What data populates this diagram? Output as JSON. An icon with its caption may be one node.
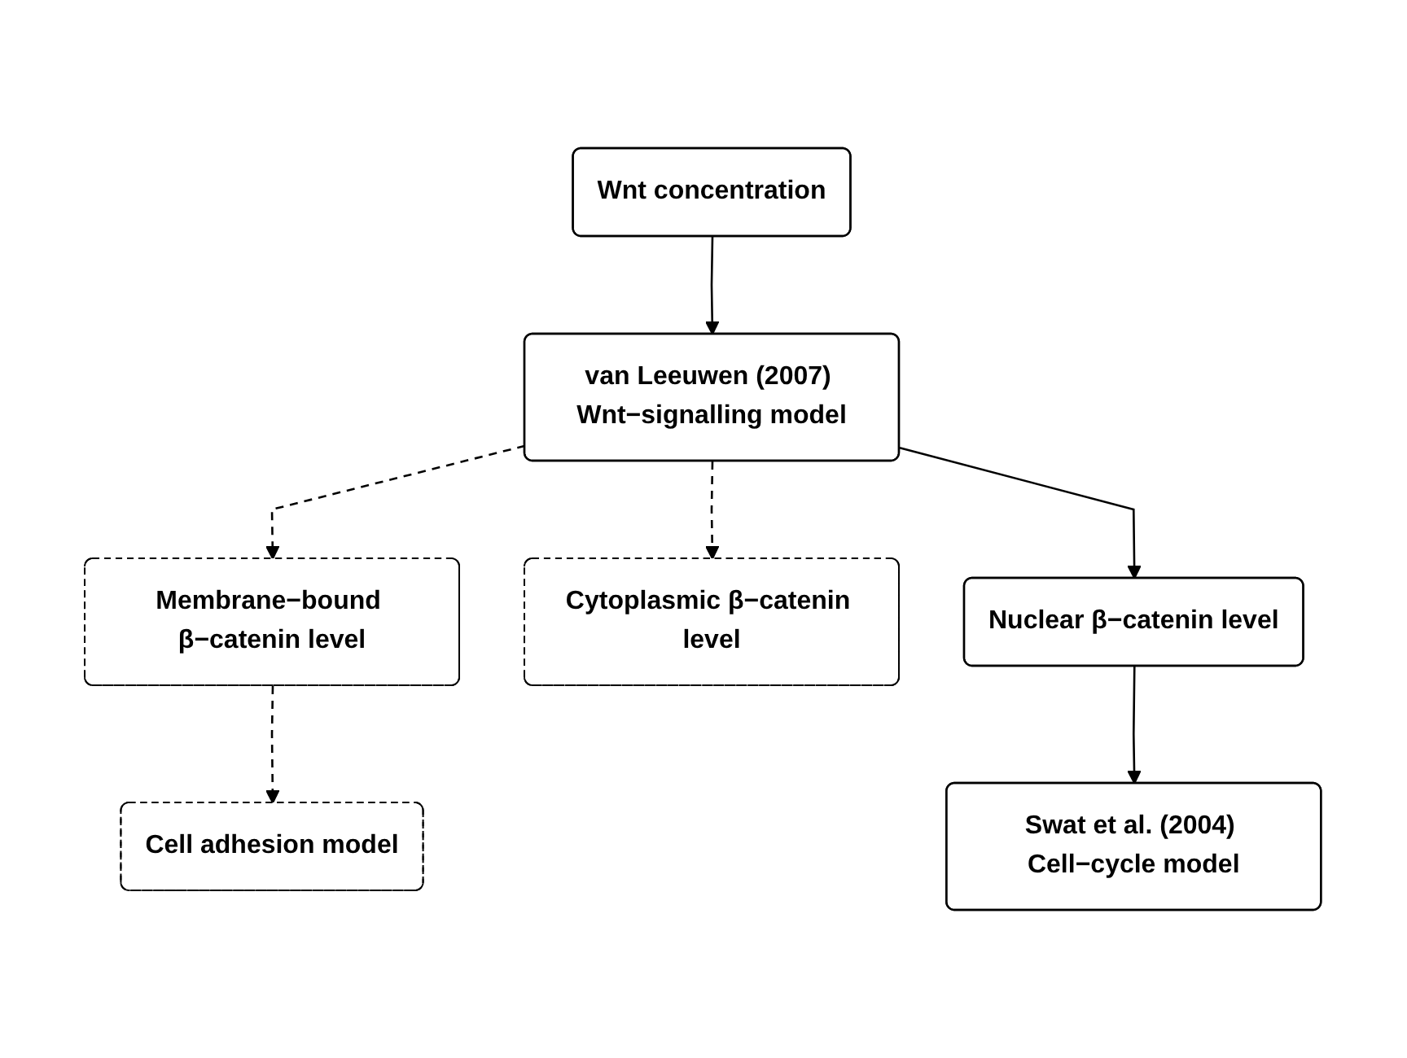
{
  "diagram": {
    "nodes": [
      {
        "text": [
          "Wnt concentration"
        ]
      },
      {
        "text": [
          "van Leeuwen (2007) Wnt−signalling model"
        ]
      },
      {
        "text": [
          "Membrane−bound β−catenin level"
        ]
      },
      {
        "text": [
          "Cytoplasmic β−catenin level"
        ]
      },
      {
        "text": [
          "Nuclear β−catenin level"
        ]
      },
      {
        "text": [
          "Cell adhesion model"
        ]
      },
      {
        "text": [
          "Swat et al. (2004) Cell−cycle model"
        ]
      }
    ],
    "edges": [
      {
        "from": 0,
        "to": 1,
        "arrow": "to"
      },
      {
        "from": 1,
        "to": 2,
        "arrow": "to",
        "style": "dashed"
      },
      {
        "from": 1,
        "to": 4,
        "arrow": "to"
      },
      {
        "from": 1,
        "to": 3,
        "arrow": "to",
        "style": "dashed"
      },
      {
        "from": 2,
        "to": 5,
        "arrow": "to",
        "style": "dashed"
      },
      {
        "from": 4,
        "to": 6,
        "arrow": "to"
      }
    ]
  }
}
